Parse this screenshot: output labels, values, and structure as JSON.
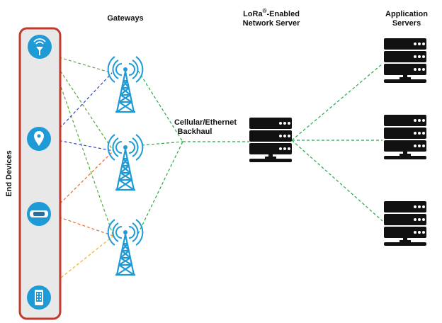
{
  "labels": {
    "gateways": "Gateways",
    "network_server_line1": "LoRa",
    "network_server_sup": "®",
    "network_server_line1_rest": "-Enabled",
    "network_server_line2": "Network Server",
    "app_servers_line1": "Application",
    "app_servers_line2": "Servers",
    "backhaul_line1": "Cellular/Ethernet",
    "backhaul_line2": "Backhaul",
    "end_devices": "End Devices"
  },
  "end_devices": [
    {
      "icon": "sensor-icon"
    },
    {
      "icon": "location-pin-icon"
    },
    {
      "icon": "tracker-device-icon"
    },
    {
      "icon": "mobile-phone-icon"
    }
  ],
  "gateways": [
    {
      "icon": "cell-tower-icon"
    },
    {
      "icon": "cell-tower-icon"
    },
    {
      "icon": "cell-tower-icon"
    }
  ],
  "application_servers": [
    {
      "icon": "server-rack-icon"
    },
    {
      "icon": "server-rack-icon"
    },
    {
      "icon": "server-rack-icon"
    }
  ],
  "network_server": {
    "icon": "server-rack-icon"
  },
  "colors": {
    "device_circle": "#1e9ad6",
    "device_border": "#c0392b",
    "tower": "#1e9ad6",
    "backhaul_link": "#22aa44",
    "server": "#111111",
    "link_sensor": "#55aa33",
    "link_location": "#3344cc",
    "link_tracker": "#ee6622",
    "link_phone": "#f0b020"
  }
}
